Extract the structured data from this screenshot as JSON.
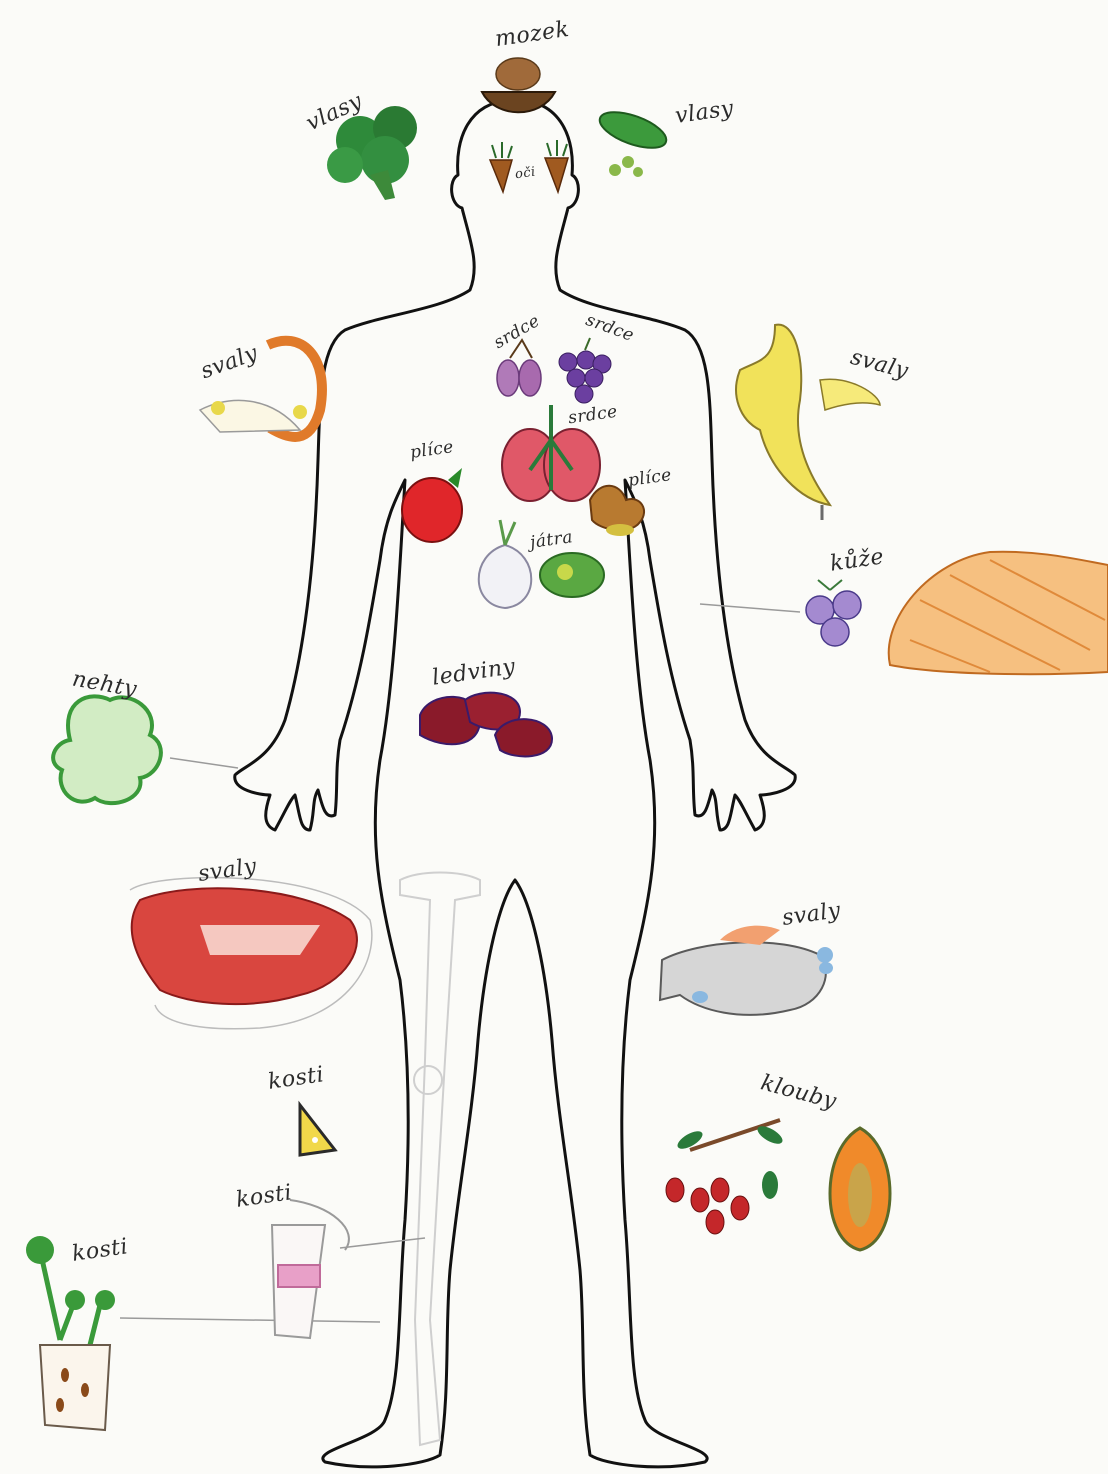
{
  "labels": {
    "mozek": "mozek",
    "vlasy_left": "vlasy",
    "vlasy_right": "vlasy",
    "oci": "oči",
    "srdce_1": "srdce",
    "srdce_2": "srdce",
    "srdce_3": "srdce",
    "svaly_arm_left": "svaly",
    "svaly_banana": "svaly",
    "plice_left": "plíce",
    "plice_right": "plíce",
    "jatra": "játra",
    "kuze": "kůže",
    "nehty": "nehty",
    "ledviny": "ledviny",
    "svaly_meat": "svaly",
    "svaly_fish": "svaly",
    "kosti_cheese": "kosti",
    "klouby": "klouby",
    "kosti_yogurt": "kosti",
    "kosti_parsley": "kosti"
  },
  "colors": {
    "outline": "#111111",
    "broccoli": "#2e8a3a",
    "grape": "#6b3fa0",
    "banana": "#f1e25a",
    "tomato": "#e0262a",
    "meat": "#d9463f",
    "salmon": "#f2b56a",
    "papaya": "#f08a2a",
    "goji": "#c4272a"
  }
}
